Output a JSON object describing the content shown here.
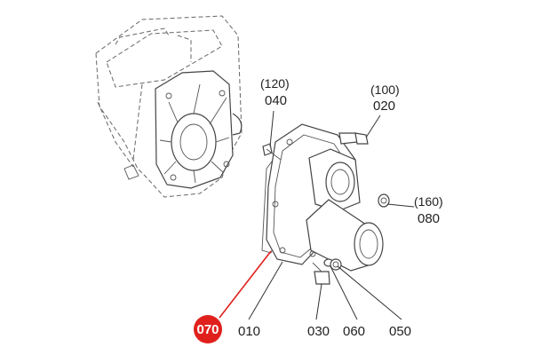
{
  "labels": {
    "ref_120": "(120)",
    "part_040": "040",
    "ref_100": "(100)",
    "part_020": "020",
    "ref_160": "(160)",
    "part_080": "080",
    "part_010": "010",
    "part_030": "030",
    "part_060": "060",
    "part_050": "050"
  },
  "callout": {
    "label": "070",
    "color": "#e0201c"
  },
  "colors": {
    "line": "#333333",
    "callout_leader": "#e0201c"
  }
}
